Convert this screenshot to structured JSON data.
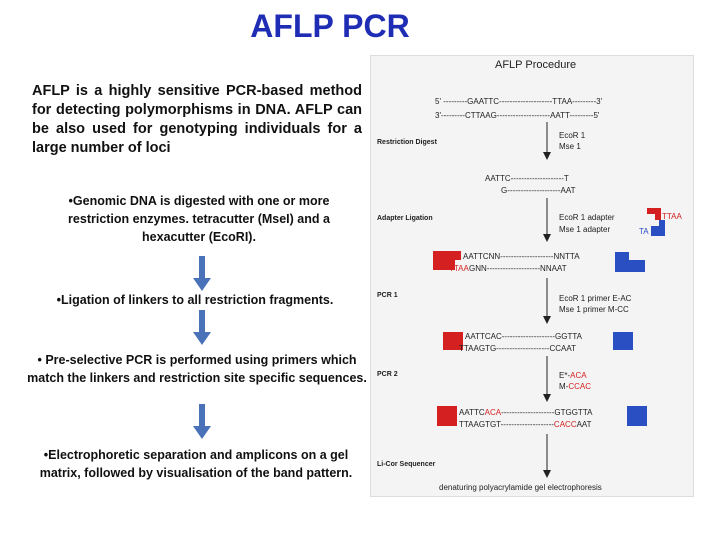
{
  "title": "AFLP PCR",
  "intro": "AFLP is a highly sensitive PCR-based method for detecting polymorphisms in DNA. AFLP can be also used for genotyping individuals for a large number of loci",
  "steps": [
    "•Genomic DNA is digested with one or more restriction enzymes.  tetracutter (MseI) and a hexacutter (EcoRI).",
    "•Ligation of linkers to all restriction fragments.",
    "• Pre-selective PCR is performed using primers which match the linkers and restriction site specific sequences.",
    "•Electrophoretic separation and amplicons on a gel matrix, followed by visualisation of the band pattern."
  ],
  "figure": {
    "title": "AFLP Procedure",
    "seq_top": "5' ---------GAATTC--------------------TTAA---------3'",
    "seq_bottom": "3'---------CTTAAG--------------------AATT---------5'",
    "labels": {
      "digest": "Restriction Digest",
      "adapter": "Adapter Ligation",
      "pcr1": "PCR 1",
      "pcr2": "PCR 2",
      "sequencer": "Li-Cor Sequencer"
    },
    "digest_enzymes": [
      "EcoR 1",
      "Mse 1"
    ],
    "digest_frag_top": "AATTC--------------------T",
    "digest_frag_bottom": "G--------------------AAT",
    "adapter_names": [
      "EcoR 1 adapter",
      "Mse 1 adapter"
    ],
    "adapter_tag1": "TTAA",
    "adapter_tag2": "TA",
    "lig_top": "AATTCNN--------------------NNTTA",
    "lig_bottom_a": "TTAA",
    "lig_bottom_b": "GNN--------------------NNAAT",
    "pcr1_primers": [
      "EcoR 1 primer E-AC",
      "Mse 1 primer M-CC"
    ],
    "pcr1_top": "AATTCAC--------------------GGTTA",
    "pcr1_bottom": "TTAAGTG--------------------CCAAT",
    "pcr2_primer1_a": "E*-",
    "pcr2_primer1_b": "ACA",
    "pcr2_primer2_a": "M-",
    "pcr2_primer2_b": "CCAC",
    "pcr2_top_a": "AATTC",
    "pcr2_top_b": "ACA",
    "pcr2_top_c": "--------------------GTGGTTA",
    "pcr2_bottom_a": "TTAAGTGT--------------------",
    "pcr2_bottom_b": "CACC",
    "pcr2_bottom_c": "AAT",
    "final": "denaturing polyacrylamide gel electrophoresis"
  },
  "colors": {
    "title": "#1f2db5",
    "arrow": "#4a72b8",
    "red": "#d42020",
    "blue": "#2a4fc2"
  }
}
